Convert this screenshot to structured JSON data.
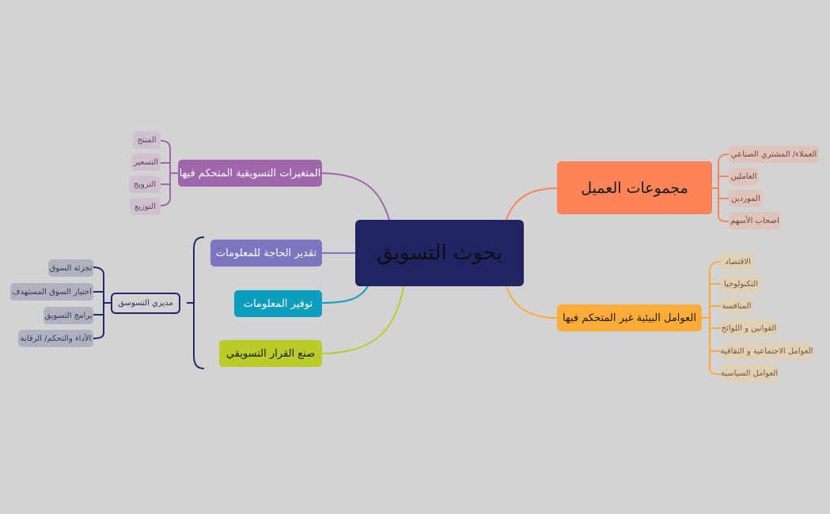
{
  "central": {
    "label": "بحوث التسويق",
    "color": "#202462"
  },
  "right_branches": [
    {
      "label": "مجموعات العميل",
      "color": "#fc8458",
      "children": [
        "العملاء/ المشتري الصناعي",
        "العاملين",
        "الموردين",
        "اصحاب الأسهم"
      ]
    },
    {
      "label": "العوامل البيئية غير المتحكم فيها",
      "color": "#fdac3a",
      "children": [
        "الاقتصاد",
        "التكنولوجيا",
        "المنافسة",
        "القوانين و اللوائح",
        "العوامل الاجتماعية و الثقافية",
        "العوامل السياسية"
      ]
    }
  ],
  "left_branches": [
    {
      "label": "المتغيرات التسويقية المتحكم فيها",
      "color": "#a066ab",
      "children": [
        "المنتج",
        "التسعير",
        "الترويج",
        "التوزيع"
      ]
    },
    {
      "label": "تقدير الحاجة للمعلومات",
      "color": "#7b75c2"
    },
    {
      "label": "توفير المعلومات",
      "color": "#0c9ebe"
    },
    {
      "label": "صنع القرار التسويقي",
      "color": "#b9cc29"
    }
  ],
  "summary": {
    "label": "مديري التسوسق",
    "color": "#22296a",
    "children": [
      "تجزئة السوق",
      "اختيار السوق المستهدف",
      "برامج التسويق",
      "الأداء والتحكم/ الرقابة"
    ]
  }
}
